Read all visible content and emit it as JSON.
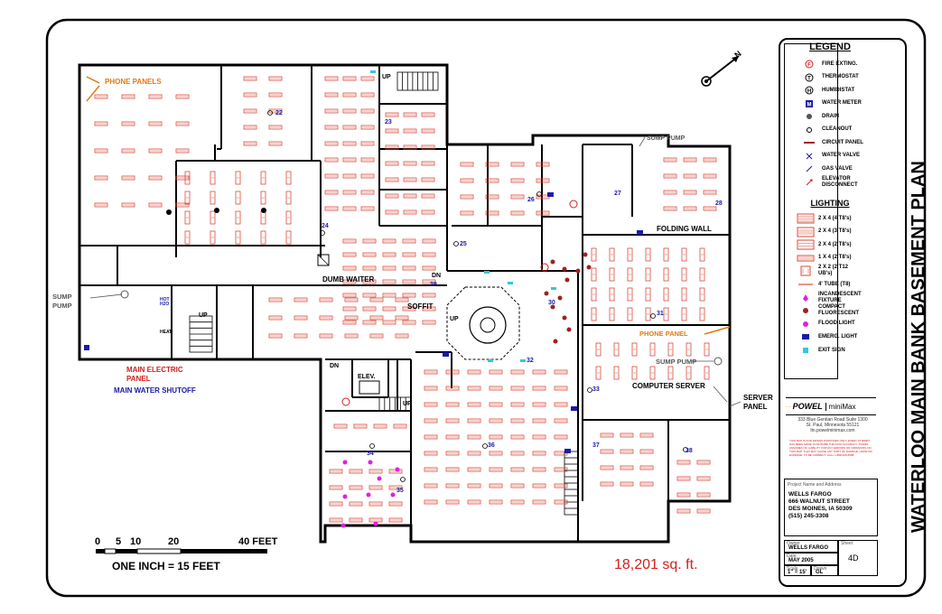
{
  "sheet": {
    "title": "WATERLOO MAIN BANK BASEMENT PLAN",
    "area": "18,201 sq. ft.",
    "scale_note": "ONE INCH = 15 FEET",
    "scale_ticks": [
      "0",
      "5",
      "10",
      "20",
      "40 FEET"
    ],
    "north_label": "N"
  },
  "legend": {
    "title": "LEGEND",
    "lighting_title": "LIGHTING",
    "items": [
      {
        "symbol": "F",
        "label": "FIRE EXTING."
      },
      {
        "symbol": "T",
        "label": "THERMOSTAT"
      },
      {
        "symbol": "H",
        "label": "HUMIDISTAT"
      },
      {
        "symbol": "M",
        "label": "WATER METER"
      },
      {
        "symbol": "drain",
        "label": "DRAIN"
      },
      {
        "symbol": "cleanout",
        "label": "CLEANOUT"
      },
      {
        "symbol": "circuit",
        "label": "CIRCUIT PANEL"
      },
      {
        "symbol": "valve",
        "label": "WATER VALVE"
      },
      {
        "symbol": "gas",
        "label": "GAS VALVE"
      },
      {
        "symbol": "elevator",
        "label": "ELEVATOR DISCONNECT"
      }
    ],
    "lighting": [
      {
        "symbol": "2x4-4",
        "label": "2 X 4 (4 T8's)"
      },
      {
        "symbol": "2x4-3",
        "label": "2 X 4 (3 T8's)"
      },
      {
        "symbol": "2x4-2",
        "label": "2 X 4 (2 T8's)"
      },
      {
        "symbol": "1x4-2",
        "label": "1 X 4 (2 T8's)"
      },
      {
        "symbol": "2x2",
        "label": "2 X 2 (2 T12 UB's)"
      },
      {
        "symbol": "tube",
        "label": "4' TUBE (T8)"
      },
      {
        "symbol": "incandescent",
        "label": "INCANDESCENT FIXTURE"
      },
      {
        "symbol": "compact",
        "label": "COMPACT FLUORESCENT"
      },
      {
        "symbol": "flood",
        "label": "FLOOD LIGHT"
      },
      {
        "symbol": "emerg",
        "label": "EMERG. LIGHT"
      },
      {
        "symbol": "exit",
        "label": "EXIT SIGN"
      }
    ]
  },
  "company": {
    "name": "POWEL",
    "product": "miniMax",
    "address": [
      "333 Blue Gentian Road Suite 1300",
      "St. Paul, Minnesota 55121",
      "ltn.powelminimax.com"
    ],
    "disclaimer": "THIS MAP IS FOR DESIGN PURPOSES ONLY. EVERY ATTEMPT HAS BEEN MADE TO ENSURE THE DATA ACCURACY. POWEL ASSUMES NO LIABILITY FOR ANY ERRORS OR OMISSIONS ON THIS MAP. THAT MAY CAUSE ANY SORT OF DAMAGE, HARM OR EXPENSE. TO BE CORRECT, CALL 1-888-628-6688",
    "client_label": "Project Name and Address",
    "client": [
      "WELLS FARGO",
      "666 WALNUT STREET",
      "DES MOINES, IA 50309",
      "(515) 245-3308"
    ],
    "owner_label": "Owner",
    "owner": "WELLS FARGO",
    "date_label": "Date",
    "date": "MAY 2005",
    "scale_label": "Scale",
    "scale": "1\" = 15'",
    "drawn_label": "Drawn",
    "drawn": "GL",
    "sheet_label": "Sheet",
    "sheet": "4D"
  },
  "labels": {
    "phone_panels": "PHONE PANELS",
    "phone_panel": "PHONE PANEL",
    "sump_pump_left": "SUMP\nPUMP",
    "sump_pump_top": "SUMP PUMP",
    "sump_pump_right": "SUMP PUMP",
    "main_electric": "MAIN ELECTRIC\nPANEL",
    "main_water": "MAIN WATER SHUTOFF",
    "dumb_waiter": "DUMB WAITER",
    "soffit": "SOFFIT",
    "elev": "ELEV.",
    "folding_wall": "FOLDING WALL",
    "computer_server": "COMPUTER SERVER",
    "server_panel": "SERVER\nPANEL",
    "up": "UP",
    "dn": "DN",
    "hot_h2o": "HOT\nH2O",
    "heat": "HEAT"
  },
  "room_numbers": [
    "22",
    "23",
    "24",
    "25",
    "26",
    "27",
    "28",
    "29",
    "30",
    "31",
    "32",
    "33",
    "34",
    "35",
    "36",
    "37",
    "38"
  ],
  "colors": {
    "wall": "#000000",
    "fixture": "#d94a3a",
    "orange_label": "#e07a10",
    "red_label": "#d22020",
    "blue_label": "#1a1aa8",
    "magenta": "#e020e0",
    "cyan": "#30c8e0"
  }
}
